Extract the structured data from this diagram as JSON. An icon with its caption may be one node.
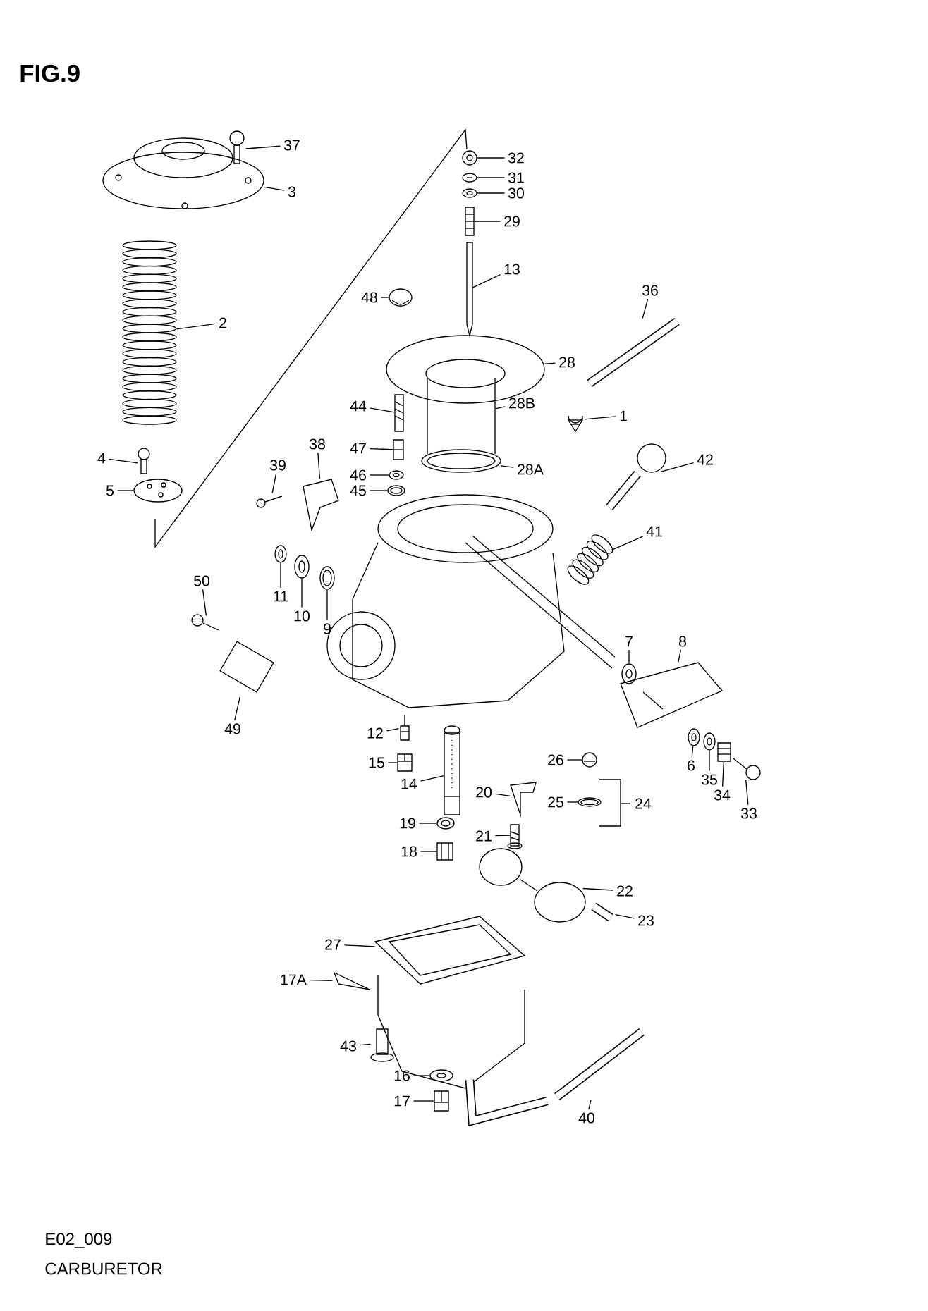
{
  "diagram": {
    "title": "FIG.9",
    "caption": "CARBURETOR",
    "nodes": [
      {
        "text": [
          "37"
        ]
      },
      {
        "text": [
          "32"
        ]
      },
      {
        "text": [
          "31"
        ]
      },
      {
        "text": [
          "3"
        ]
      },
      {
        "text": [
          "30"
        ]
      },
      {
        "text": [
          "29"
        ]
      },
      {
        "text": [
          "13"
        ]
      },
      {
        "text": [
          "36"
        ]
      },
      {
        "text": [
          "48"
        ]
      },
      {
        "text": [
          "2"
        ]
      },
      {
        "text": [
          "28"
        ]
      },
      {
        "text": [
          "28B"
        ]
      },
      {
        "text": [
          "44"
        ]
      },
      {
        "text": [
          "1"
        ]
      },
      {
        "text": [
          "38"
        ]
      },
      {
        "text": [
          "47"
        ]
      },
      {
        "text": [
          "4"
        ]
      },
      {
        "text": [
          "42"
        ]
      },
      {
        "text": [
          "39"
        ]
      },
      {
        "text": [
          "28A"
        ]
      },
      {
        "text": [
          "46"
        ]
      },
      {
        "text": [
          "5"
        ]
      },
      {
        "text": [
          "45"
        ]
      },
      {
        "text": [
          "41"
        ]
      },
      {
        "text": [
          "50"
        ]
      },
      {
        "text": [
          "11"
        ]
      },
      {
        "text": [
          "10"
        ]
      },
      {
        "text": [
          "9"
        ]
      },
      {
        "text": [
          "7"
        ]
      },
      {
        "text": [
          "8"
        ]
      },
      {
        "text": [
          "49"
        ]
      },
      {
        "text": [
          "12"
        ]
      },
      {
        "text": [
          "26"
        ]
      },
      {
        "text": [
          "15"
        ]
      },
      {
        "text": [
          "6"
        ]
      },
      {
        "text": [
          "35"
        ]
      },
      {
        "text": [
          "14"
        ]
      },
      {
        "text": [
          "20"
        ]
      },
      {
        "text": [
          "34"
        ]
      },
      {
        "text": [
          "25"
        ]
      },
      {
        "text": [
          "33"
        ]
      },
      {
        "text": [
          "19"
        ]
      },
      {
        "text": [
          "21"
        ]
      },
      {
        "text": [
          "18"
        ]
      },
      {
        "text": [
          "22"
        ]
      },
      {
        "text": [
          "23"
        ]
      },
      {
        "text": [
          "27"
        ]
      },
      {
        "text": [
          "17A"
        ]
      },
      {
        "text": [
          "43"
        ]
      },
      {
        "text": [
          "16"
        ]
      },
      {
        "text": [
          "17"
        ]
      },
      {
        "text": [
          "40"
        ]
      },
      {
        "text": [],
        "shape": "picture"
      },
      {
        "text": [],
        "shape": "picture"
      },
      {
        "text": [],
        "shape": "picture"
      },
      {
        "text": [],
        "shape": "picture"
      },
      {
        "text": [],
        "shape": "picture"
      },
      {
        "text": [],
        "shape": "picture"
      },
      {
        "text": [],
        "shape": "picture"
      },
      {
        "text": [],
        "shape": "picture"
      },
      {
        "text": [],
        "shape": "picture"
      },
      {
        "text": [],
        "shape": "picture"
      },
      {
        "text": [],
        "shape": "picture"
      },
      {
        "text": [],
        "shape": "picture"
      },
      {
        "text": [],
        "shape": "picture"
      },
      {
        "text": [],
        "shape": "picture"
      },
      {
        "text": [],
        "shape": "picture"
      },
      {
        "text": [],
        "shape": "picture"
      },
      {
        "text": [],
        "shape": "picture"
      },
      {
        "text": [],
        "shape": "picture"
      },
      {
        "text": [],
        "shape": "picture"
      },
      {
        "text": [],
        "shape": "picture"
      },
      {
        "text": [],
        "shape": "picture"
      },
      {
        "text": [],
        "shape": "picture"
      },
      {
        "text": [],
        "shape": "picture"
      },
      {
        "text": [],
        "shape": "picture"
      },
      {
        "text": [],
        "shape": "picture"
      },
      {
        "text": [],
        "shape": "picture"
      },
      {
        "text": [],
        "shape": "picture"
      },
      {
        "text": [],
        "shape": "picture"
      },
      {
        "text": [],
        "shape": "picture"
      },
      {
        "text": [],
        "shape": "picture"
      },
      {
        "text": [],
        "shape": "picture"
      },
      {
        "text": [],
        "shape": "picture"
      },
      {
        "text": [],
        "shape": "picture"
      },
      {
        "text": [],
        "shape": "picture"
      },
      {
        "text": [],
        "shape": "picture"
      },
      {
        "text": [],
        "shape": "picture"
      },
      {
        "text": [],
        "shape": "picture"
      },
      {
        "text": [],
        "shape": "picture"
      },
      {
        "text": [],
        "shape": "picture"
      },
      {
        "text": [],
        "shape": "picture"
      },
      {
        "text": [],
        "shape": "picture"
      },
      {
        "text": [],
        "shape": "picture"
      },
      {
        "text": [],
        "shape": "picture"
      },
      {
        "text": [],
        "shape": "picture"
      },
      {
        "text": [],
        "shape": "picture"
      },
      {
        "text": [],
        "shape": "picture"
      },
      {
        "text": [],
        "shape": "picture"
      },
      {
        "text": [],
        "shape": "picture"
      },
      {
        "text": [],
        "shape": "picture"
      },
      {
        "text": [],
        "shape": "picture"
      },
      {
        "text": [],
        "shape": "picture"
      },
      {
        "text": [],
        "shape": "picture"
      }
    ],
    "edges": [
      {
        "from": 0,
        "to": 52,
        "arrow": "none"
      },
      {
        "from": 1,
        "to": 53,
        "arrow": "none"
      },
      {
        "from": 2,
        "to": 54,
        "arrow": "none"
      },
      {
        "from": 3,
        "to": 55,
        "arrow": "none"
      },
      {
        "from": 4,
        "to": 56,
        "arrow": "none"
      },
      {
        "from": 5,
        "to": 57,
        "arrow": "none"
      },
      {
        "from": 6,
        "to": 58,
        "arrow": "none"
      },
      {
        "from": 7,
        "to": 59,
        "arrow": "none"
      },
      {
        "from": 8,
        "to": 60,
        "arrow": "none"
      },
      {
        "from": 9,
        "to": 61,
        "arrow": "none"
      },
      {
        "from": 10,
        "to": 62,
        "arrow": "none"
      },
      {
        "from": 11,
        "to": 63,
        "arrow": "none"
      },
      {
        "from": 12,
        "to": 64,
        "arrow": "none"
      },
      {
        "from": 13,
        "to": 65,
        "arrow": "none"
      },
      {
        "from": 14,
        "to": 66,
        "arrow": "none"
      },
      {
        "from": 15,
        "to": 67,
        "arrow": "none"
      },
      {
        "from": 16,
        "to": 68,
        "arrow": "none"
      },
      {
        "from": 17,
        "to": 69,
        "arrow": "none"
      },
      {
        "from": 18,
        "to": 70,
        "arrow": "none"
      },
      {
        "from": 19,
        "to": 71,
        "arrow": "none"
      },
      {
        "from": 20,
        "to": 72,
        "arrow": "none"
      },
      {
        "from": 21,
        "to": 73,
        "arrow": "none"
      },
      {
        "from": 22,
        "to": 74,
        "arrow": "none"
      },
      {
        "from": 23,
        "to": 75,
        "arrow": "none"
      },
      {
        "from": 24,
        "to": 76,
        "arrow": "none"
      },
      {
        "from": 25,
        "to": 77,
        "arrow": "none"
      },
      {
        "from": 26,
        "to": 78,
        "arrow": "none"
      },
      {
        "from": 27,
        "to": 79,
        "arrow": "none"
      },
      {
        "from": 28,
        "to": 80,
        "arrow": "none"
      },
      {
        "from": 29,
        "to": 81,
        "arrow": "none"
      },
      {
        "from": 30,
        "to": 82,
        "arrow": "none"
      },
      {
        "from": 31,
        "to": 83,
        "arrow": "none"
      },
      {
        "from": 32,
        "to": 84,
        "arrow": "none"
      },
      {
        "from": 33,
        "to": 85,
        "arrow": "none"
      },
      {
        "from": 34,
        "to": 86,
        "arrow": "none"
      },
      {
        "from": 35,
        "to": 87,
        "arrow": "none"
      },
      {
        "from": 36,
        "to": 88,
        "arrow": "none"
      },
      {
        "from": 37,
        "to": 89,
        "arrow": "none"
      },
      {
        "from": 38,
        "to": 90,
        "arrow": "none"
      },
      {
        "from": 39,
        "to": 91,
        "arrow": "none"
      },
      {
        "from": 40,
        "to": 92,
        "arrow": "none"
      },
      {
        "from": 41,
        "to": 93,
        "arrow": "none"
      },
      {
        "from": 42,
        "to": 94,
        "arrow": "none"
      },
      {
        "from": 43,
        "to": 95,
        "arrow": "none"
      },
      {
        "from": 44,
        "to": 96,
        "arrow": "none"
      },
      {
        "from": 45,
        "to": 97,
        "arrow": "none"
      },
      {
        "from": 46,
        "to": 98,
        "arrow": "none"
      },
      {
        "from": 47,
        "to": 99,
        "arrow": "none"
      },
      {
        "from": 48,
        "to": 100,
        "arrow": "none"
      },
      {
        "from": 49,
        "to": 101,
        "arrow": "none"
      },
      {
        "from": 50,
        "to": 102,
        "arrow": "none"
      },
      {
        "from": 51,
        "to": 103,
        "arrow": "none"
      }
    ],
    "labels": [
      "24",
      "E02_009"
    ]
  }
}
